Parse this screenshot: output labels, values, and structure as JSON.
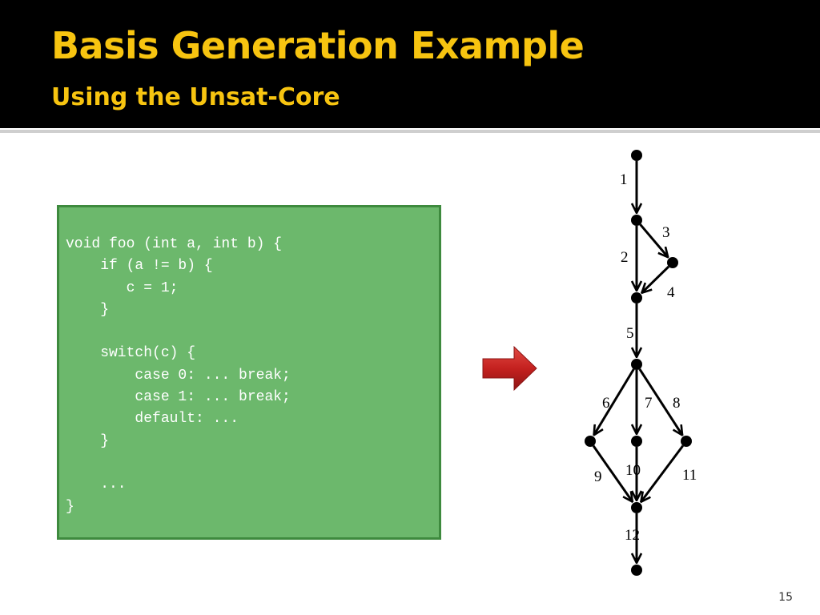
{
  "slide": {
    "title": "Basis Generation Example",
    "subtitle": "Using the Unsat-Core",
    "page_number": "15",
    "accent_color": "#f7c410"
  },
  "code": {
    "lines": [
      "void foo (int a, int b) {",
      "    if (a != b) {",
      "       c = 1;",
      "    }",
      "",
      "    switch(c) {",
      "        case 0: ... break;",
      "        case 1: ... break;",
      "        default: ...",
      "    }",
      "",
      "    ...",
      "}"
    ],
    "background_color": "#6cb86c"
  },
  "arrow": {
    "icon": "right-arrow-icon",
    "color": "#c0282a"
  },
  "graph": {
    "nodes": [
      "n1",
      "n2",
      "n3",
      "n4",
      "n5",
      "n6",
      "n7",
      "n8",
      "n9",
      "n10"
    ],
    "edges": [
      {
        "label": "1",
        "from": "n1",
        "to": "n2"
      },
      {
        "label": "2",
        "from": "n2",
        "to": "n4"
      },
      {
        "label": "3",
        "from": "n2",
        "to": "n3"
      },
      {
        "label": "4",
        "from": "n3",
        "to": "n4"
      },
      {
        "label": "5",
        "from": "n4",
        "to": "n5"
      },
      {
        "label": "6",
        "from": "n5",
        "to": "n6"
      },
      {
        "label": "7",
        "from": "n5",
        "to": "n7"
      },
      {
        "label": "8",
        "from": "n5",
        "to": "n8"
      },
      {
        "label": "9",
        "from": "n6",
        "to": "n9"
      },
      {
        "label": "10",
        "from": "n7",
        "to": "n9"
      },
      {
        "label": "11",
        "from": "n8",
        "to": "n9"
      },
      {
        "label": "12",
        "from": "n9",
        "to": "n10"
      }
    ]
  }
}
